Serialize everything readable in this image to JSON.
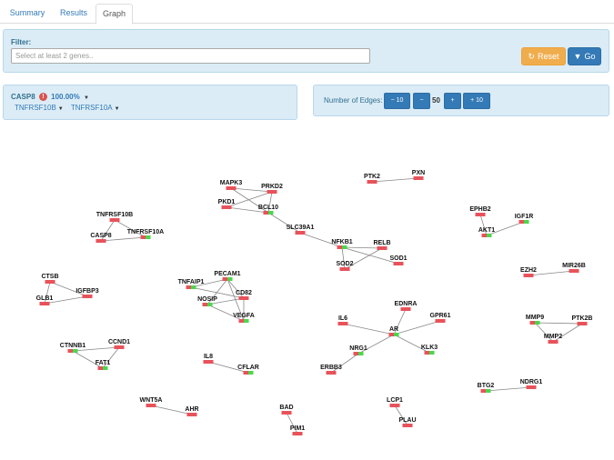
{
  "tabs": [
    {
      "label": "Summary"
    },
    {
      "label": "Results"
    },
    {
      "label": "Graph"
    }
  ],
  "filter": {
    "label": "Filter:",
    "placeholder": "Select at least 2 genes..",
    "reset_label": "Reset",
    "go_label": "Go"
  },
  "selection": {
    "gene": "CASP8",
    "badge": "!",
    "percent": "100.00%",
    "related": [
      "TNFRSF10B",
      "TNFRSF10A"
    ]
  },
  "edges": {
    "label": "Number of Edges:",
    "minus10": "10",
    "count": "50",
    "plus10": "10"
  },
  "colors": {
    "node_red": "#e8525a",
    "node_green": "#4cd64c",
    "edge": "#888888"
  },
  "graph": {
    "nodes": [
      {
        "id": "PTK2",
        "label": "PTK2",
        "split": false
      },
      {
        "id": "PXN",
        "label": "PXN",
        "split": false
      },
      {
        "id": "MAPK3",
        "label": "MAPK3",
        "split": false
      },
      {
        "id": "PRKD2",
        "label": "PRKD2",
        "split": false
      },
      {
        "id": "PKD1",
        "label": "PKD1",
        "split": false
      },
      {
        "id": "BCL10",
        "label": "BCL10",
        "split": true
      },
      {
        "id": "SLC39A1",
        "label": "SLC39A1",
        "split": false
      },
      {
        "id": "NFKB1",
        "label": "NFKB1",
        "split": true
      },
      {
        "id": "RELB",
        "label": "RELB",
        "split": false
      },
      {
        "id": "SOD2",
        "label": "SOD2",
        "split": false
      },
      {
        "id": "SOD1",
        "label": "SOD1",
        "split": false
      },
      {
        "id": "TNFRSF10B",
        "label": "TNFRSF10B",
        "split": false
      },
      {
        "id": "TNFRSF10A",
        "label": "TNFRSF10A",
        "split": true
      },
      {
        "id": "CASP8",
        "label": "CASP8",
        "split": false
      },
      {
        "id": "EPHB2",
        "label": "EPHB2",
        "split": false
      },
      {
        "id": "IGF1R",
        "label": "IGF1R",
        "split": true
      },
      {
        "id": "AKT1",
        "label": "AKT1",
        "split": true
      },
      {
        "id": "EZH2",
        "label": "EZH2",
        "split": false
      },
      {
        "id": "MIR26B",
        "label": "MIR26B",
        "split": false
      },
      {
        "id": "CTSB",
        "label": "CTSB",
        "split": false
      },
      {
        "id": "IGFBP3",
        "label": "IGFBP3",
        "split": false
      },
      {
        "id": "GLB1",
        "label": "GLB1",
        "split": false
      },
      {
        "id": "TNFAIP1",
        "label": "TNFAIP1",
        "split": true
      },
      {
        "id": "PECAM1",
        "label": "PECAM1",
        "split": true
      },
      {
        "id": "CD82",
        "label": "CD82",
        "split": false
      },
      {
        "id": "NOSIP",
        "label": "NOSIP",
        "split": true
      },
      {
        "id": "VEGFA",
        "label": "VEGFA",
        "split": true
      },
      {
        "id": "EDNRA",
        "label": "EDNRA",
        "split": false
      },
      {
        "id": "IL6",
        "label": "IL6",
        "split": false
      },
      {
        "id": "GPR61",
        "label": "GPR61",
        "split": false
      },
      {
        "id": "AR",
        "label": "AR",
        "split": true
      },
      {
        "id": "NRG1",
        "label": "NRG1",
        "split": true
      },
      {
        "id": "KLK3",
        "label": "KLK3",
        "split": true
      },
      {
        "id": "ERBB3",
        "label": "ERBB3",
        "split": false
      },
      {
        "id": "MMP9",
        "label": "MMP9",
        "split": true
      },
      {
        "id": "PTK2B",
        "label": "PTK2B",
        "split": false
      },
      {
        "id": "MMP2",
        "label": "MMP2",
        "split": false
      },
      {
        "id": "CTNNB1",
        "label": "CTNNB1",
        "split": true
      },
      {
        "id": "CCND1",
        "label": "CCND1",
        "split": false
      },
      {
        "id": "FAT1",
        "label": "FAT1",
        "split": true
      },
      {
        "id": "IL8",
        "label": "IL8",
        "split": false
      },
      {
        "id": "CFLAR",
        "label": "CFLAR",
        "split": true
      },
      {
        "id": "BTG2",
        "label": "BTG2",
        "split": true
      },
      {
        "id": "NDRG1",
        "label": "NDRG1",
        "split": false
      },
      {
        "id": "WNT5A",
        "label": "WNT5A",
        "split": false
      },
      {
        "id": "AHR",
        "label": "AHR",
        "split": false
      },
      {
        "id": "BAD",
        "label": "BAD",
        "split": false
      },
      {
        "id": "PIM1",
        "label": "PIM1",
        "split": false
      },
      {
        "id": "LCP1",
        "label": "LCP1",
        "split": false
      },
      {
        "id": "PLAU",
        "label": "PLAU",
        "split": false
      }
    ],
    "links": [
      [
        "PTK2",
        "PXN"
      ],
      [
        "MAPK3",
        "PRKD2"
      ],
      [
        "MAPK3",
        "BCL10"
      ],
      [
        "PKD1",
        "PRKD2"
      ],
      [
        "PKD1",
        "BCL10"
      ],
      [
        "PRKD2",
        "BCL10"
      ],
      [
        "BCL10",
        "SLC39A1"
      ],
      [
        "SLC39A1",
        "NFKB1"
      ],
      [
        "NFKB1",
        "RELB"
      ],
      [
        "NFKB1",
        "SOD2"
      ],
      [
        "NFKB1",
        "SOD1"
      ],
      [
        "RELB",
        "SOD2"
      ],
      [
        "TNFRSF10B",
        "CASP8"
      ],
      [
        "TNFRSF10B",
        "TNFRSF10A"
      ],
      [
        "CASP8",
        "TNFRSF10A"
      ],
      [
        "EPHB2",
        "AKT1"
      ],
      [
        "IGF1R",
        "AKT1"
      ],
      [
        "EZH2",
        "MIR26B"
      ],
      [
        "CTSB",
        "IGFBP3"
      ],
      [
        "CTSB",
        "GLB1"
      ],
      [
        "GLB1",
        "IGFBP3"
      ],
      [
        "TNFAIP1",
        "PECAM1"
      ],
      [
        "TNFAIP1",
        "CD82"
      ],
      [
        "PECAM1",
        "NOSIP"
      ],
      [
        "PECAM1",
        "CD82"
      ],
      [
        "NOSIP",
        "CD82"
      ],
      [
        "NOSIP",
        "VEGFA"
      ],
      [
        "CD82",
        "VEGFA"
      ],
      [
        "PECAM1",
        "VEGFA"
      ],
      [
        "EDNRA",
        "AR"
      ],
      [
        "IL6",
        "AR"
      ],
      [
        "GPR61",
        "AR"
      ],
      [
        "AR",
        "NRG1"
      ],
      [
        "AR",
        "KLK3"
      ],
      [
        "NRG1",
        "ERBB3"
      ],
      [
        "MMP9",
        "PTK2B"
      ],
      [
        "MMP9",
        "MMP2"
      ],
      [
        "PTK2B",
        "MMP2"
      ],
      [
        "CTNNB1",
        "CCND1"
      ],
      [
        "CTNNB1",
        "FAT1"
      ],
      [
        "CCND1",
        "FAT1"
      ],
      [
        "IL8",
        "CFLAR"
      ],
      [
        "BTG2",
        "NDRG1"
      ],
      [
        "WNT5A",
        "AHR"
      ],
      [
        "BAD",
        "PIM1"
      ],
      [
        "LCP1",
        "PLAU"
      ]
    ]
  }
}
